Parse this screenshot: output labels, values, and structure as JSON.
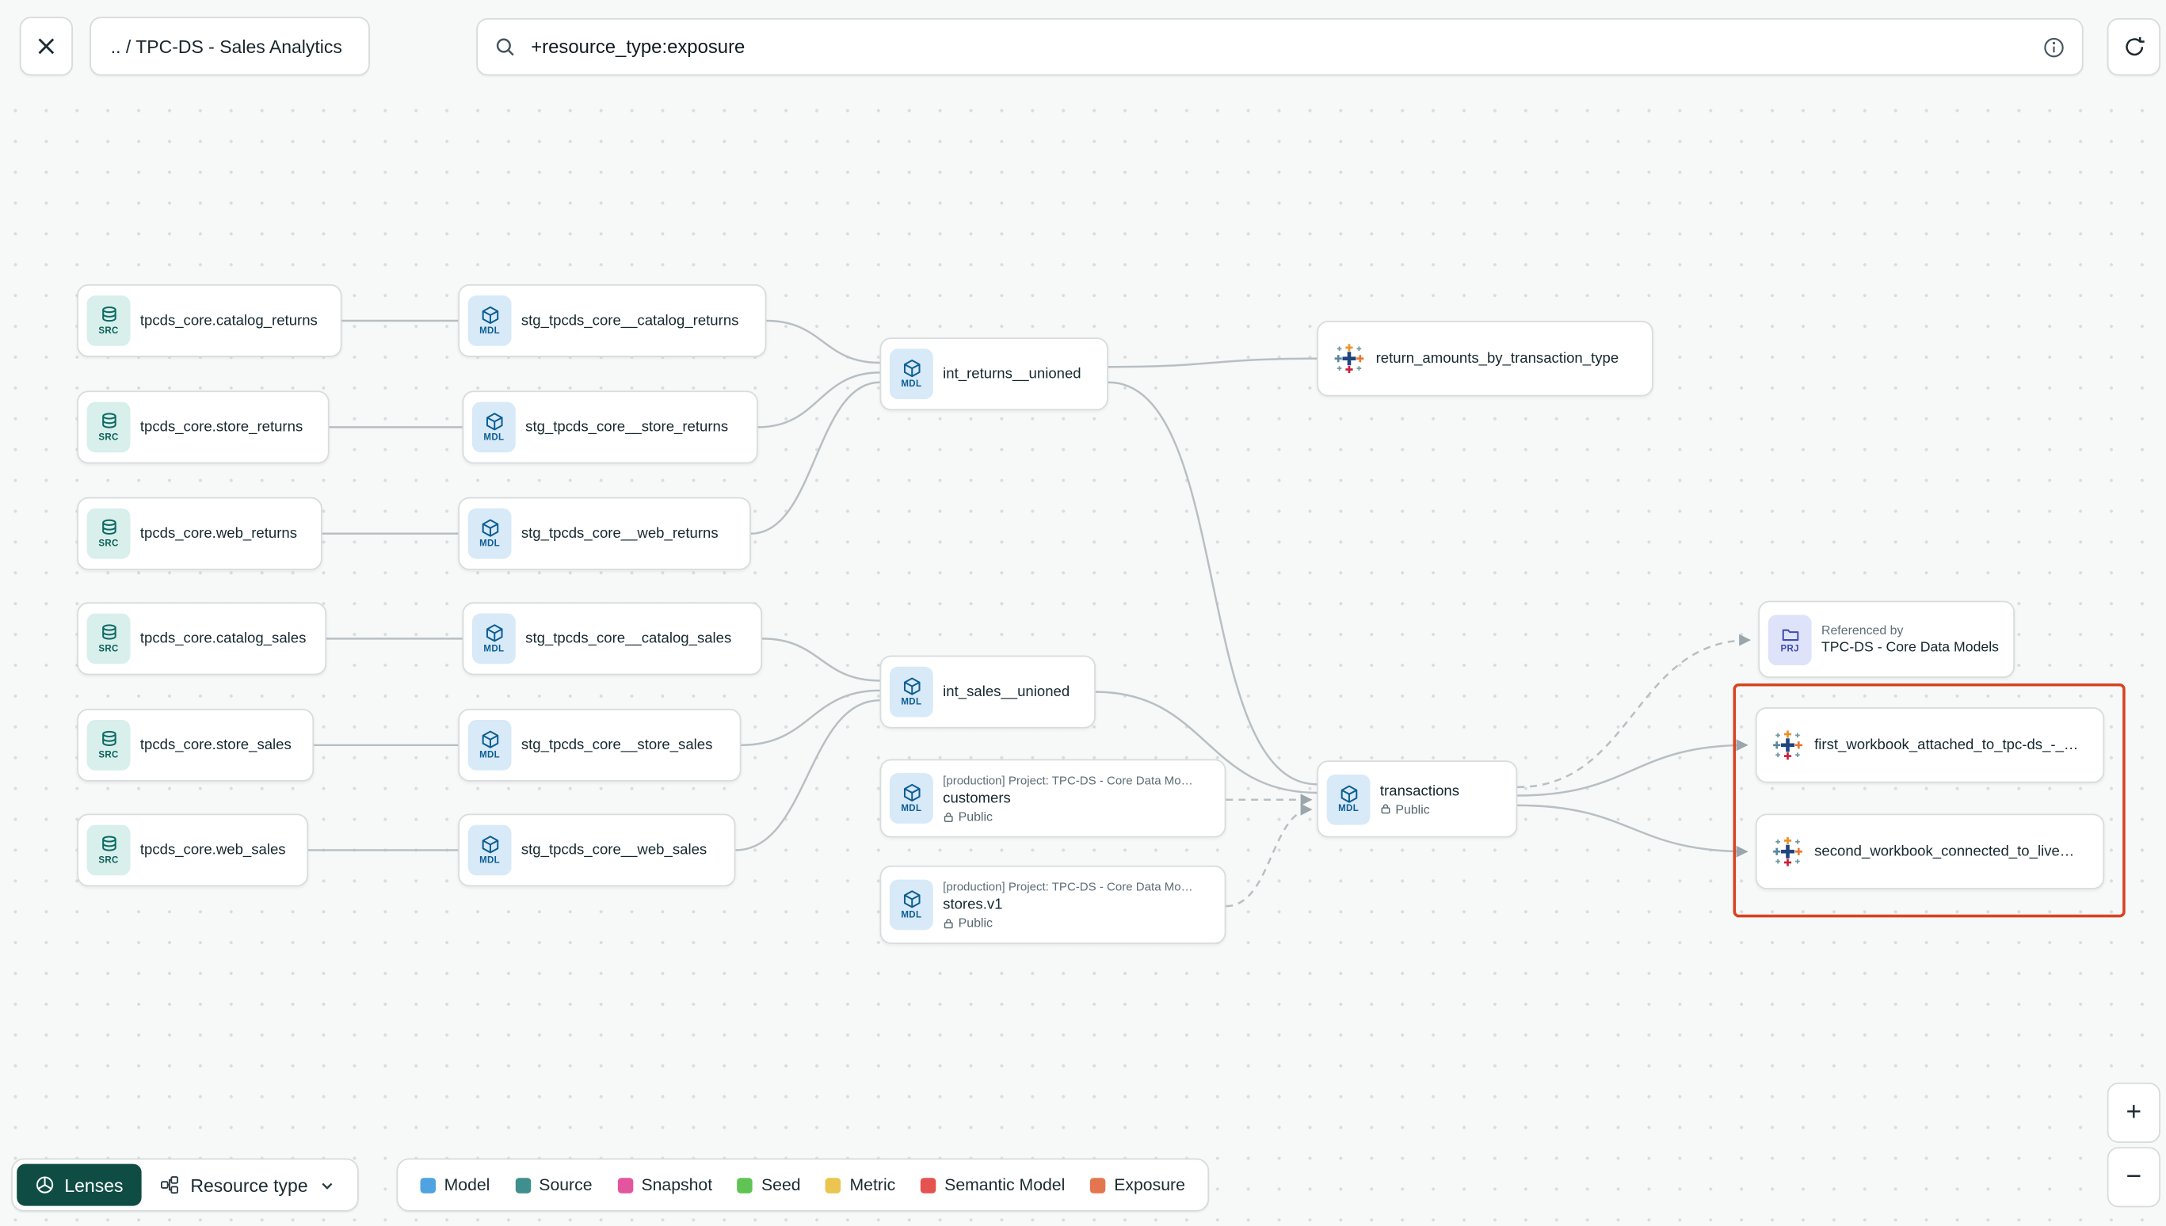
{
  "topbar": {
    "breadcrumb": ".. / TPC-DS - Sales Analytics",
    "search": {
      "value": "+resource_type:exposure"
    }
  },
  "icons": {
    "src": "SRC",
    "mdl": "MDL",
    "prj": "PRJ"
  },
  "nodes": {
    "src_catalog_returns": {
      "label": "tpcds_core.catalog_returns"
    },
    "src_store_returns": {
      "label": "tpcds_core.store_returns"
    },
    "src_web_returns": {
      "label": "tpcds_core.web_returns"
    },
    "src_catalog_sales": {
      "label": "tpcds_core.catalog_sales"
    },
    "src_store_sales": {
      "label": "tpcds_core.store_sales"
    },
    "src_web_sales": {
      "label": "tpcds_core.web_sales"
    },
    "stg_catalog_returns": {
      "label": "stg_tpcds_core__catalog_returns"
    },
    "stg_store_returns": {
      "label": "stg_tpcds_core__store_returns"
    },
    "stg_web_returns": {
      "label": "stg_tpcds_core__web_returns"
    },
    "stg_catalog_sales": {
      "label": "stg_tpcds_core__catalog_sales"
    },
    "stg_store_sales": {
      "label": "stg_tpcds_core__store_sales"
    },
    "stg_web_sales": {
      "label": "stg_tpcds_core__web_sales"
    },
    "int_returns": {
      "label": "int_returns__unioned"
    },
    "int_sales": {
      "label": "int_sales__unioned"
    },
    "customers": {
      "project": "[production] Project: TPC-DS - Core Data Mo…",
      "label": "customers",
      "access": "Public"
    },
    "stores": {
      "project": "[production] Project: TPC-DS - Core Data Mo…",
      "label": "stores.v1",
      "access": "Public"
    },
    "return_amounts": {
      "label": "return_amounts_by_transaction_type"
    },
    "transactions": {
      "label": "transactions",
      "access": "Public"
    },
    "referenced_by": {
      "title": "Referenced by",
      "label": "TPC-DS - Core Data Models"
    },
    "workbook_first": {
      "label": "first_workbook_attached_to_tpc-ds_-_…"
    },
    "workbook_second": {
      "label": "second_workbook_connected_to_live…"
    }
  },
  "footer": {
    "lenses_label": "Lenses",
    "resource_type_label": "Resource type",
    "legend": {
      "items": [
        {
          "label": "Model",
          "color": "#4FA3E0"
        },
        {
          "label": "Source",
          "color": "#3F8F8F"
        },
        {
          "label": "Snapshot",
          "color": "#E4559F"
        },
        {
          "label": "Seed",
          "color": "#5FC453"
        },
        {
          "label": "Metric",
          "color": "#EAC54F"
        },
        {
          "label": "Semantic Model",
          "color": "#E4534F"
        },
        {
          "label": "Exposure",
          "color": "#E4764F"
        }
      ]
    }
  },
  "zoom": {
    "zoom_in": "+",
    "zoom_out": "−"
  },
  "colors": {
    "highlight": "#D8421F",
    "lenses_bg": "#0F4D44"
  }
}
